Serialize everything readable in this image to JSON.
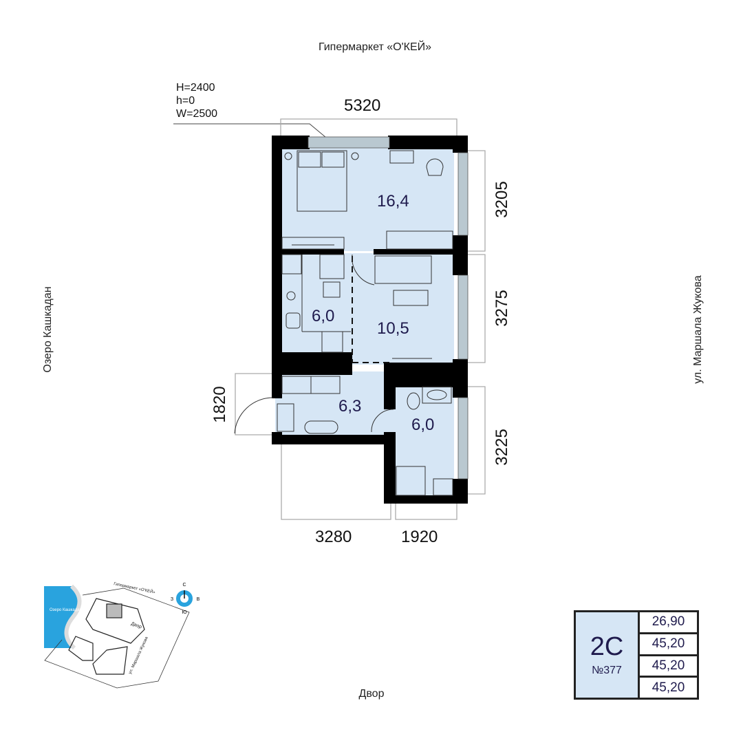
{
  "context": {
    "north": "Гипермаркет «О'КЕЙ»",
    "south": "Двор",
    "west": "Озеро Кашкадан",
    "east": "ул. Маршала Жукова"
  },
  "window_spec": {
    "H": "H=2400",
    "h": "h=0",
    "W": "W=2500"
  },
  "dimensions": {
    "top": "5320",
    "right_1": "3205",
    "right_2": "3275",
    "right_3": "3225",
    "left": "1820",
    "bottom_1": "3280",
    "bottom_2": "1920"
  },
  "rooms": [
    {
      "name": "bedroom",
      "area": "16,4"
    },
    {
      "name": "kitchen",
      "area": "6,0"
    },
    {
      "name": "living",
      "area": "10,5"
    },
    {
      "name": "hall",
      "area": "6,3"
    },
    {
      "name": "bathroom",
      "area": "6,0"
    }
  ],
  "site_map": {
    "lake": "Озеро Кашкадан",
    "north_label": "Гипермаркет «О'КЕЙ»",
    "street": "ул. Маршала Жукова",
    "yard": "Двор"
  },
  "compass": {
    "n": "С",
    "s": "Ю",
    "w": "З",
    "e": "В",
    "color": "#29a3de"
  },
  "apartment": {
    "type": "2С",
    "number": "№377",
    "values": [
      "26,90",
      "45,20",
      "45,20",
      "45,20"
    ]
  },
  "colors": {
    "floor": "#d6e6f5",
    "wall": "#000000",
    "window": "#b9c8d0",
    "text": "#1f1b4d"
  }
}
